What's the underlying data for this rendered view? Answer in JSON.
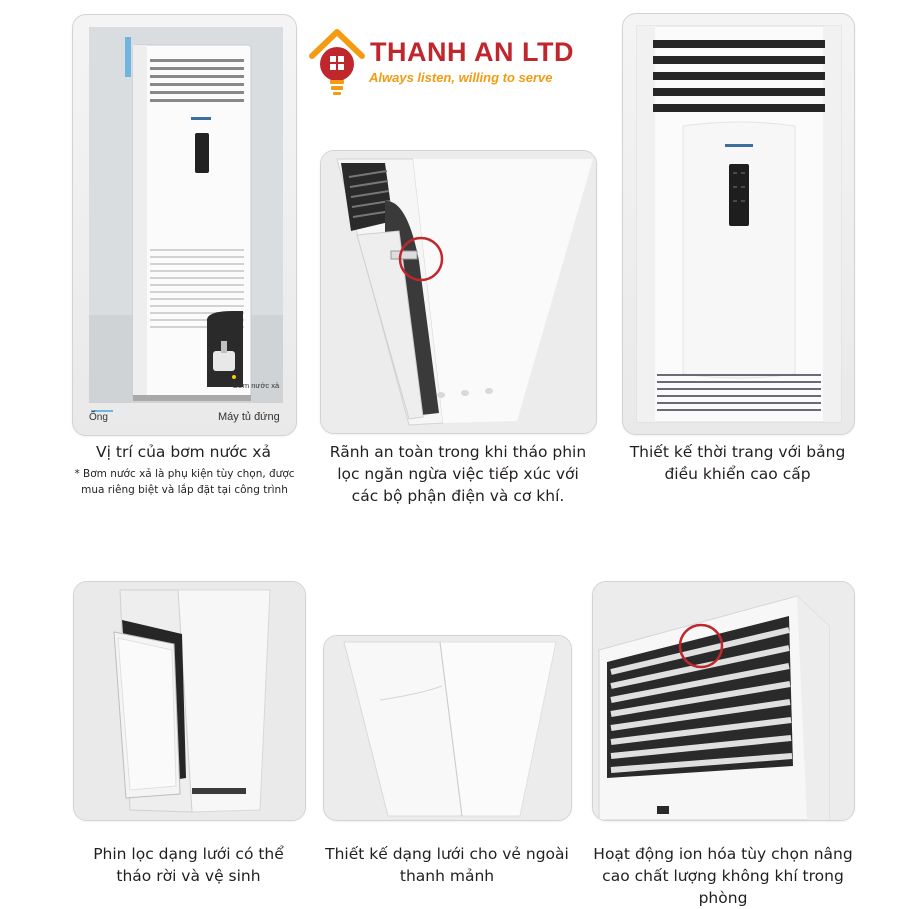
{
  "brand": {
    "name": "THANH AN LTD",
    "slogan": "Always listen, willing to serve",
    "colors": {
      "primary": "#c0272d",
      "accent": "#f39c12"
    }
  },
  "features": [
    {
      "caption": "Vị trí của bơm nước xả",
      "note": [
        "* Bơm nước xả là phụ kiện tùy chọn, được",
        "mua riêng biệt và lắp đặt tại công trình"
      ],
      "image_labels": {
        "pipe": "Ống",
        "unit": "Máy tủ đứng",
        "pump": "Bơm nước xả"
      }
    },
    {
      "caption": [
        "Rãnh an toàn trong khi tháo phin",
        "lọc ngăn ngừa việc tiếp xúc với",
        "các bộ phận điện và cơ khí."
      ]
    },
    {
      "caption": [
        "Thiết kế thời trang với bảng",
        "điều khiển cao cấp"
      ]
    },
    {
      "caption": [
        "Phin lọc dạng lưới có thể",
        "tháo rời và vệ sinh"
      ]
    },
    {
      "caption": [
        "Thiết kế dạng lưới cho vẻ ngoài",
        "thanh mảnh"
      ]
    },
    {
      "caption": [
        "Hoạt động ion hóa tùy chọn nâng",
        "cao chất lượng không khí trong",
        "phòng"
      ]
    }
  ]
}
